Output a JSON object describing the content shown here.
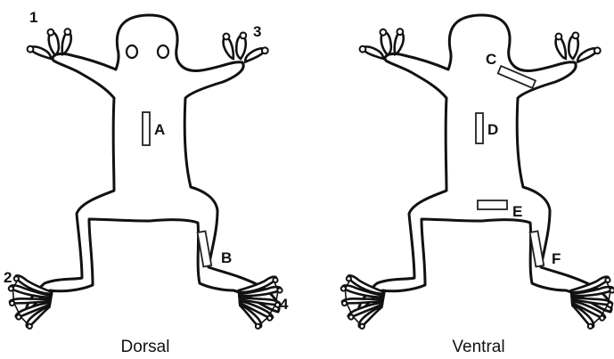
{
  "labels": {
    "toe1": "1",
    "toe2": "2",
    "toe3": "3",
    "toe4": "4",
    "site_a": "A",
    "site_b": "B",
    "site_c": "C",
    "site_d": "D",
    "site_e": "E",
    "site_f": "F"
  },
  "captions": {
    "dorsal": "Dorsal",
    "ventral": "Ventral"
  },
  "colors": {
    "outline": "#111111",
    "background": "#ffffff"
  }
}
